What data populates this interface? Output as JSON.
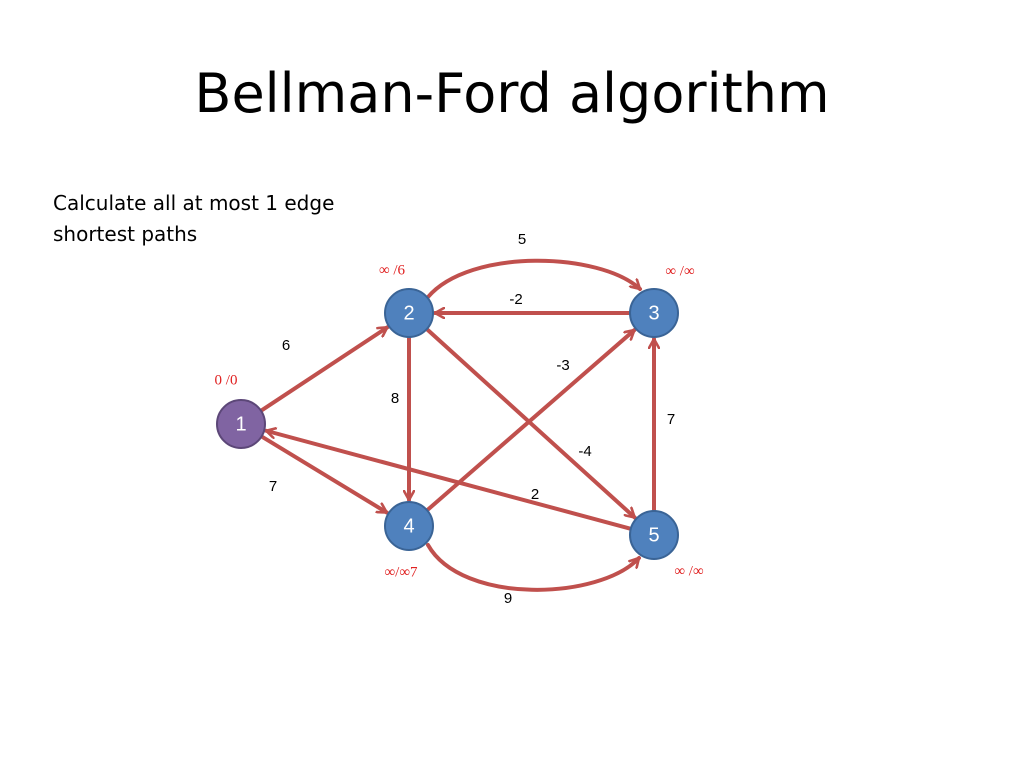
{
  "slide": {
    "title": "Bellman-Ford algorithm",
    "subtitle": "Calculate all at most 1 edge shortest paths"
  },
  "colors": {
    "node_fill": "#4f81bd",
    "node_stroke": "#3a6496",
    "source_fill": "#8064a2",
    "source_stroke": "#5c4778",
    "edge": "#c0504d",
    "dist_label": "#e02020"
  },
  "graph": {
    "nodes": [
      {
        "id": "1",
        "label": "1",
        "dist": "0 /0",
        "source": true
      },
      {
        "id": "2",
        "label": "2",
        "dist": "∞ /6"
      },
      {
        "id": "3",
        "label": "3",
        "dist": "∞ /∞"
      },
      {
        "id": "4",
        "label": "4",
        "dist": "∞/∞7"
      },
      {
        "id": "5",
        "label": "5",
        "dist": "∞ /∞"
      }
    ],
    "edges": [
      {
        "from": "1",
        "to": "2",
        "weight": "6"
      },
      {
        "from": "1",
        "to": "4",
        "weight": "7"
      },
      {
        "from": "2",
        "to": "3",
        "weight": "5"
      },
      {
        "from": "3",
        "to": "2",
        "weight": "-2"
      },
      {
        "from": "2",
        "to": "4",
        "weight": "8"
      },
      {
        "from": "2",
        "to": "5",
        "weight": "-4"
      },
      {
        "from": "4",
        "to": "3",
        "weight": "-3"
      },
      {
        "from": "4",
        "to": "5",
        "weight": "9"
      },
      {
        "from": "5",
        "to": "3",
        "weight": "7"
      },
      {
        "from": "5",
        "to": "1",
        "weight": "2"
      }
    ]
  }
}
